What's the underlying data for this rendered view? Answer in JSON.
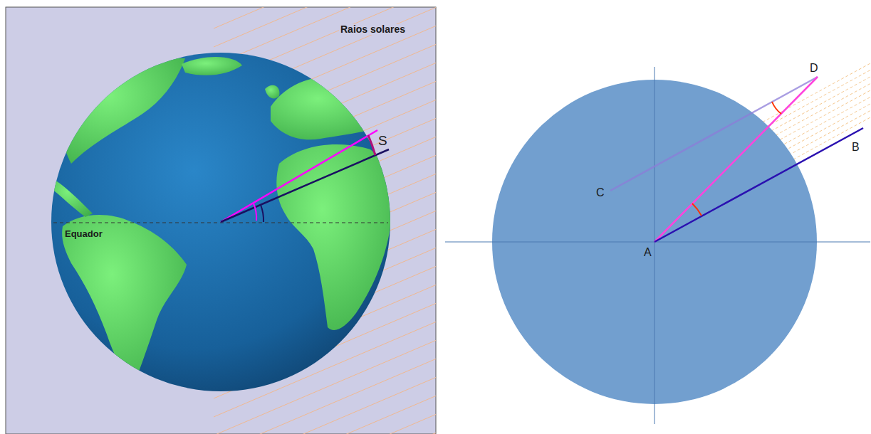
{
  "diagram": {
    "labels": [
      "Raios solares",
      "S",
      "Equador",
      "D",
      "B",
      "C",
      "A"
    ]
  }
}
